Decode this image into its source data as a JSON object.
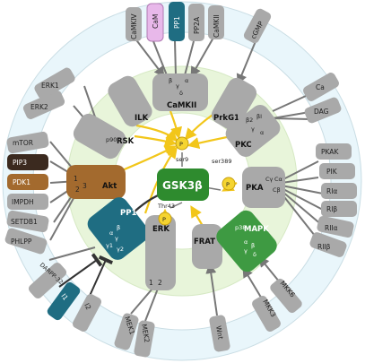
{
  "diagram": {
    "center": "GSK3β",
    "phospho": "P",
    "sites": {
      "ser9": "ser9",
      "ser389": "ser389",
      "thr43": "Thr43"
    },
    "outer_labels": {
      "camkiv": "CaMKIV",
      "cam": "CaM",
      "pp1": "PP1",
      "pp2a": "PP2A",
      "camkii": "CaMKII",
      "cgmp": "cGMP",
      "ca": "Ca",
      "dag": "DAG",
      "pkak": "PKAK",
      "pik": "PIK",
      "ria": "RIα",
      "rib": "RIβ",
      "riia": "RIIα",
      "riib": "RIIβ",
      "mkk6": "MKK6",
      "mkk3": "MKK3",
      "wnt": "Wnt",
      "mek2": "MEK2",
      "mek1": "MEK1",
      "i2": "I2",
      "i1": "I1",
      "darpp32": "DARPP-32",
      "phlpp": "PHLPP",
      "setdb1": "SETDB1",
      "impdh": "IMPDH",
      "pdk1": "PDK1",
      "pip3": "PIP3",
      "mtor": "mTOR",
      "erk2": "ERK2",
      "erk1": "ERK1"
    },
    "inner_labels": {
      "ilk": "ILK",
      "camkii": "CaMKII",
      "prkg1": "PrkG1",
      "rsk": "RSK",
      "rsk_sup": "p90",
      "pkc": "PKC",
      "akt": "Akt",
      "pka": "PKA",
      "pp1": "PP1",
      "erk": "ERK",
      "frat": "FRAT",
      "mapk": "MAPK",
      "mapk_sup": "p38"
    },
    "subunits": {
      "camkii": [
        "β",
        "γ",
        "α",
        "δ"
      ],
      "pkc": [
        "β2",
        "βI",
        "γ",
        "α"
      ],
      "akt": [
        "1",
        "2",
        "3"
      ],
      "pka": [
        "Cγ",
        "Cα",
        "Cβ"
      ],
      "pp1": [
        "α",
        "β",
        "γ",
        "γ1",
        "γ2"
      ],
      "erk": [
        "1",
        "2"
      ],
      "mapk": [
        "α",
        "β",
        "γ",
        "δ"
      ]
    }
  }
}
